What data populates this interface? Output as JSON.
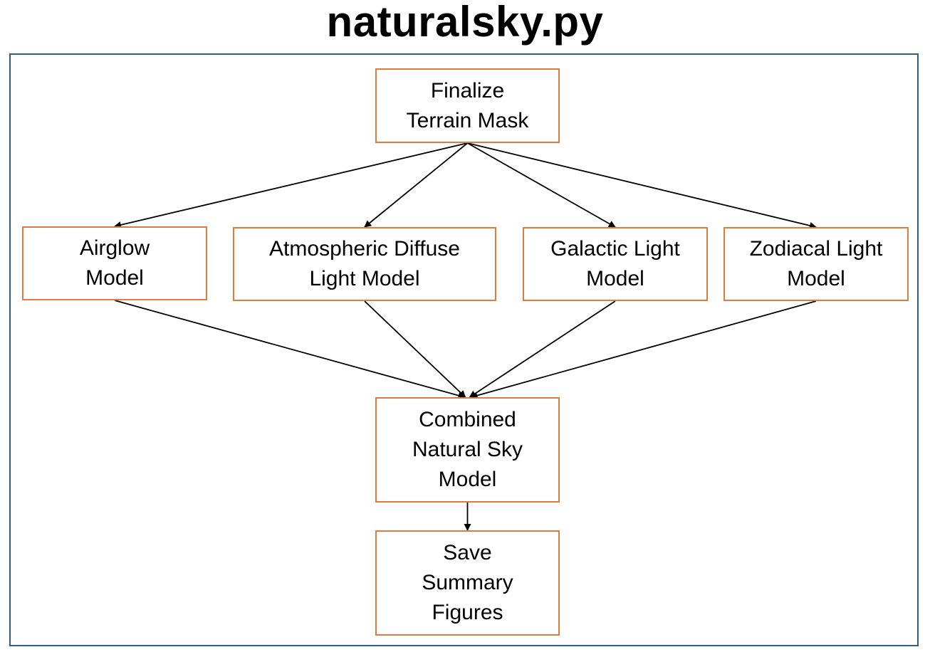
{
  "title": "naturalsky.py",
  "colors": {
    "frame_border": "#2e5f8a",
    "node_border": "#e07b3c",
    "arrow": "#000000"
  },
  "nodes": {
    "finalize": [
      "Finalize",
      "Terrain Mask"
    ],
    "airglow": [
      "Airglow",
      "Model"
    ],
    "atmospheric": [
      "Atmospheric Diffuse",
      "Light Model"
    ],
    "galactic": [
      "Galactic Light",
      "Model"
    ],
    "zodiacal": [
      "Zodiacal Light",
      "Model"
    ],
    "combined": [
      "Combined",
      "Natural Sky",
      "Model"
    ],
    "save": [
      "Save",
      "Summary",
      "Figures"
    ]
  },
  "edges": [
    [
      "finalize",
      "airglow"
    ],
    [
      "finalize",
      "atmospheric"
    ],
    [
      "finalize",
      "galactic"
    ],
    [
      "finalize",
      "zodiacal"
    ],
    [
      "airglow",
      "combined"
    ],
    [
      "atmospheric",
      "combined"
    ],
    [
      "galactic",
      "combined"
    ],
    [
      "zodiacal",
      "combined"
    ],
    [
      "combined",
      "save"
    ]
  ]
}
